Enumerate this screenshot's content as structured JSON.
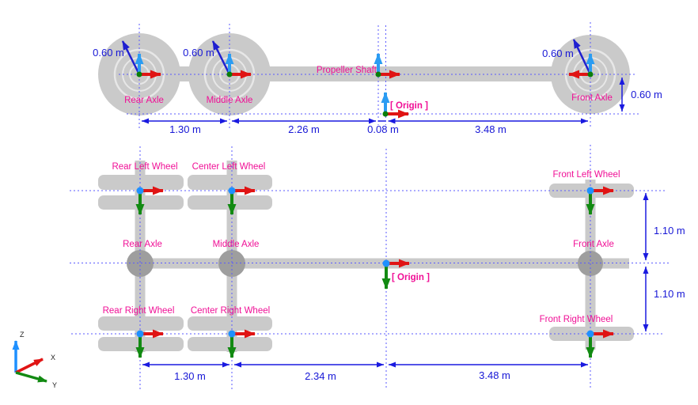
{
  "side_view": {
    "labels": {
      "rear_axle": "Rear Axle",
      "middle_axle": "Middle Axle",
      "propeller_shaft": "Propeller Shaft",
      "origin": "[ Origin ]",
      "front_axle": "Front Axle"
    },
    "dimensions": {
      "rear_wheel_radius": "0.60 m",
      "middle_wheel_radius": "0.60 m",
      "front_wheel_radius": "0.60 m",
      "rear_to_middle": "1.30 m",
      "middle_to_shaft": "2.26 m",
      "shaft_to_origin": "0.08 m",
      "origin_to_front": "3.48 m",
      "axle_height": "0.60 m"
    }
  },
  "top_view": {
    "labels": {
      "rear_left_wheel": "Rear Left Wheel",
      "center_left_wheel": "Center Left Wheel",
      "front_left_wheel": "Front Left Wheel",
      "rear_axle": "Rear Axle",
      "middle_axle": "Middle Axle",
      "front_axle": "Front Axle",
      "origin": "[ Origin ]",
      "rear_right_wheel": "Rear Right Wheel",
      "center_right_wheel": "Center Right Wheel",
      "front_right_wheel": "Front Right Wheel"
    },
    "dimensions": {
      "rear_to_center": "1.30 m",
      "center_to_origin": "2.34 m",
      "origin_to_front": "3.48 m",
      "left_track_width": "1.10 m",
      "right_track_width": "1.10 m"
    }
  },
  "axes_triad": {
    "x": "X",
    "y": "Y",
    "z": "Z"
  },
  "colors": {
    "body_gray": "#cacaca",
    "differential_gray": "#9e9e9e",
    "rim_ring": "#e7e7e7",
    "label_magenta": "#f00f96",
    "dimension_blue": "#1717d6",
    "guide_line_blue": "#5a5aff",
    "x_axis_red": "#e01414",
    "y_axis_green": "#128a12",
    "z_axis_blue": "#2b9cf2",
    "frame_dot_green": "#0b7d0b",
    "frame_dot_blue": "#1e90ff",
    "radius_arrow_blue": "#1f1fd0"
  }
}
